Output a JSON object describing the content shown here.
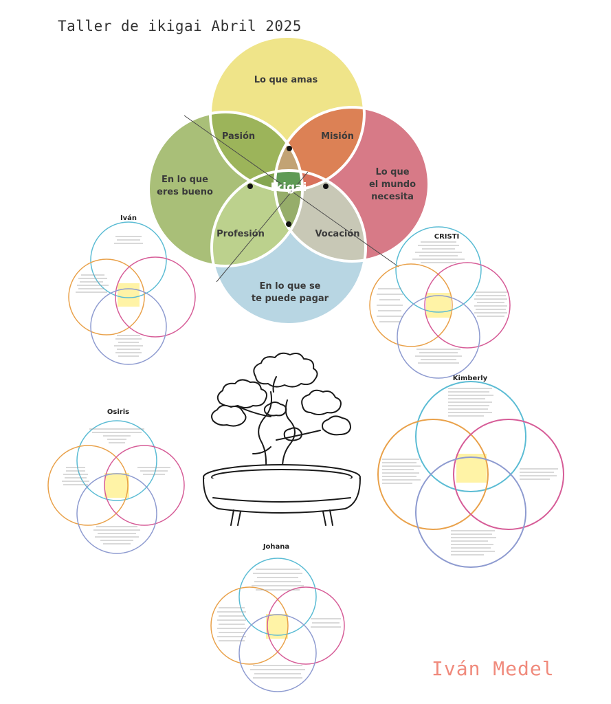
{
  "header": {
    "title": "Taller de ikigai Abril 2025"
  },
  "footer": {
    "author": "Iván Medel"
  },
  "main_diagram": {
    "top": "Lo que amas",
    "left_line1": "En lo que",
    "left_line2": "eres bueno",
    "right_line1": "Lo que",
    "right_line2": "el mundo",
    "right_line3": "necesita",
    "bottom_line1": "En lo que se",
    "bottom_line2": "te puede pagar",
    "passion": "Pasión",
    "mission": "Misión",
    "profession": "Profesión",
    "vocation": "Vocación",
    "center": "Ikigai"
  },
  "participants": {
    "ivan": "Iván",
    "cristi": "CRISTI",
    "kimberly": "Kimberly",
    "osiris": "Osiris",
    "johana": "Johana"
  },
  "colors": {
    "top": "#efe489",
    "left": "#a9bf78",
    "right": "#d77a87",
    "bottom": "#b8d6e3",
    "passion": "#9cb45a",
    "mission": "#dc8155",
    "profession": "#bcd18d",
    "vocation": "#c8c8b6",
    "center": "#5e9a55",
    "small_top": "#5bbcd4",
    "small_left": "#e9a14a",
    "small_right": "#d65c97",
    "small_bottom": "#8e9bd0",
    "small_center": "#fff3a6"
  }
}
